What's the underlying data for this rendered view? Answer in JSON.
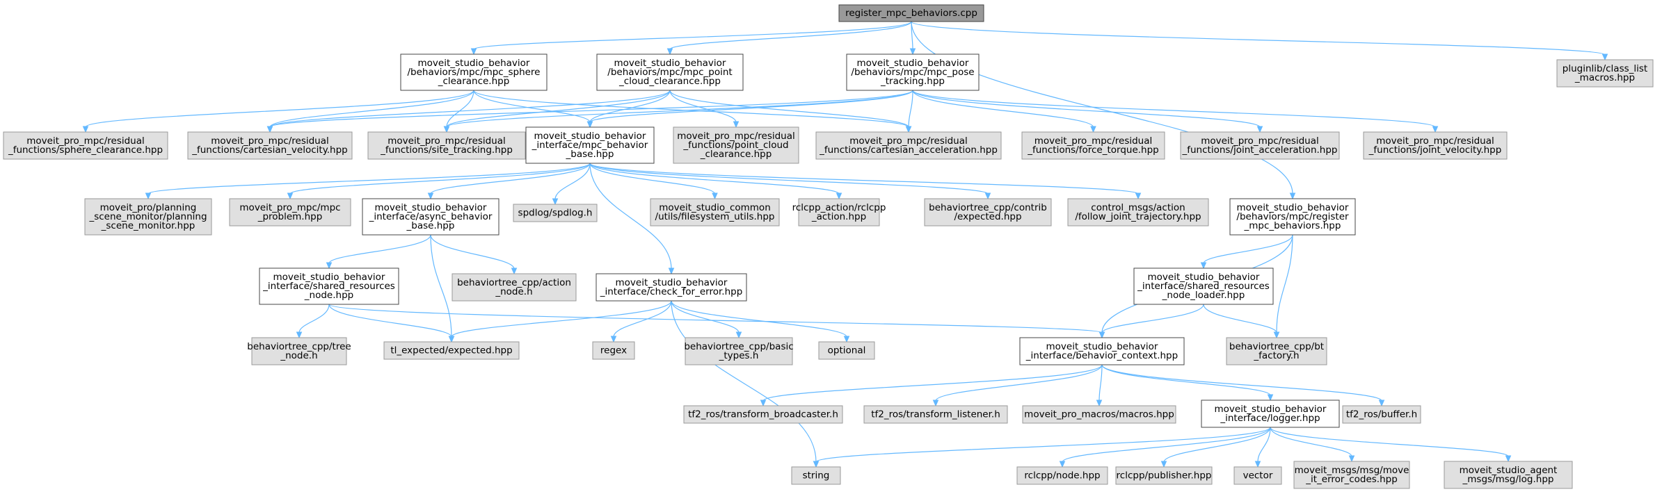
{
  "diagram": {
    "title": "register_mpc_behaviors.cpp include dependency graph",
    "colors": {
      "root_fill": "#999999",
      "local_fill": "#ffffff",
      "external_fill": "#e0e0e0",
      "local_stroke": "#444444",
      "external_stroke": "#999999",
      "edge": "#63b8ff"
    },
    "nodes": [
      {
        "id": "root",
        "kind": "root",
        "lines": [
          "register_mpc_behaviors.cpp"
        ]
      },
      {
        "id": "sphere",
        "kind": "local",
        "lines": [
          "moveit_studio_behavior",
          "/behaviors/mpc/mpc_sphere",
          "_clearance.hpp"
        ]
      },
      {
        "id": "pcc",
        "kind": "local",
        "lines": [
          "moveit_studio_behavior",
          "/behaviors/mpc/mpc_point",
          "_cloud_clearance.hpp"
        ]
      },
      {
        "id": "pose",
        "kind": "local",
        "lines": [
          "moveit_studio_behavior",
          "/behaviors/mpc/mpc_pose",
          "_tracking.hpp"
        ]
      },
      {
        "id": "pluginlib",
        "kind": "external",
        "lines": [
          "pluginlib/class_list",
          "_macros.hpp"
        ]
      },
      {
        "id": "rf_sphere",
        "kind": "external",
        "lines": [
          "moveit_pro_mpc/residual",
          "_functions/sphere_clearance.hpp"
        ]
      },
      {
        "id": "rf_cartvel",
        "kind": "external",
        "lines": [
          "moveit_pro_mpc/residual",
          "_functions/cartesian_velocity.hpp"
        ]
      },
      {
        "id": "rf_site",
        "kind": "external",
        "lines": [
          "moveit_pro_mpc/residual",
          "_functions/site_tracking.hpp"
        ]
      },
      {
        "id": "mpcbase",
        "kind": "local",
        "lines": [
          "moveit_studio_behavior",
          "_interface/mpc_behavior",
          "_base.hpp"
        ]
      },
      {
        "id": "rf_pcc",
        "kind": "external",
        "lines": [
          "moveit_pro_mpc/residual",
          "_functions/point_cloud",
          "_clearance.hpp"
        ]
      },
      {
        "id": "rf_cartacc",
        "kind": "external",
        "lines": [
          "moveit_pro_mpc/residual",
          "_functions/cartesian_acceleration.hpp"
        ]
      },
      {
        "id": "rf_force",
        "kind": "external",
        "lines": [
          "moveit_pro_mpc/residual",
          "_functions/force_torque.hpp"
        ]
      },
      {
        "id": "rf_jacc",
        "kind": "external",
        "lines": [
          "moveit_pro_mpc/residual",
          "_functions/joint_acceleration.hpp"
        ]
      },
      {
        "id": "rf_jvel",
        "kind": "external",
        "lines": [
          "moveit_pro_mpc/residual",
          "_functions/joint_velocity.hpp"
        ]
      },
      {
        "id": "psm",
        "kind": "external",
        "lines": [
          "moveit_pro/planning",
          "_scene_monitor/planning",
          "_scene_monitor.hpp"
        ]
      },
      {
        "id": "mpcproblem",
        "kind": "external",
        "lines": [
          "moveit_pro_mpc/mpc",
          "_problem.hpp"
        ]
      },
      {
        "id": "asyncbase",
        "kind": "local",
        "lines": [
          "moveit_studio_behavior",
          "_interface/async_behavior",
          "_base.hpp"
        ]
      },
      {
        "id": "spdlog",
        "kind": "external",
        "lines": [
          "spdlog/spdlog.h"
        ]
      },
      {
        "id": "fsutils",
        "kind": "external",
        "lines": [
          "moveit_studio_common",
          "/utils/filesystem_utils.hpp"
        ]
      },
      {
        "id": "rclcppaction",
        "kind": "external",
        "lines": [
          "rclcpp_action/rclcpp",
          "_action.hpp"
        ]
      },
      {
        "id": "btexpected",
        "kind": "external",
        "lines": [
          "behaviortree_cpp/contrib",
          "/expected.hpp"
        ]
      },
      {
        "id": "fjt",
        "kind": "external",
        "lines": [
          "control_msgs/action",
          "/follow_joint_trajectory.hpp"
        ]
      },
      {
        "id": "regmpc",
        "kind": "local",
        "lines": [
          "moveit_studio_behavior",
          "/behaviors/mpc/register",
          "_mpc_behaviors.hpp"
        ]
      },
      {
        "id": "srnode",
        "kind": "local",
        "lines": [
          "moveit_studio_behavior",
          "_interface/shared_resources",
          "_node.hpp"
        ]
      },
      {
        "id": "btaction",
        "kind": "external",
        "lines": [
          "behaviortree_cpp/action",
          "_node.h"
        ]
      },
      {
        "id": "checkerr",
        "kind": "local",
        "lines": [
          "moveit_studio_behavior",
          "_interface/check_for_error.hpp"
        ]
      },
      {
        "id": "srloader",
        "kind": "local",
        "lines": [
          "moveit_studio_behavior",
          "_interface/shared_resources",
          "_node_loader.hpp"
        ]
      },
      {
        "id": "bttree",
        "kind": "external",
        "lines": [
          "behaviortree_cpp/tree",
          "_node.h"
        ]
      },
      {
        "id": "tlexp",
        "kind": "external",
        "lines": [
          "tl_expected/expected.hpp"
        ]
      },
      {
        "id": "regex",
        "kind": "external",
        "lines": [
          "regex"
        ]
      },
      {
        "id": "btbasic",
        "kind": "external",
        "lines": [
          "behaviortree_cpp/basic",
          "_types.h"
        ]
      },
      {
        "id": "optional",
        "kind": "external",
        "lines": [
          "optional"
        ]
      },
      {
        "id": "bctx",
        "kind": "local",
        "lines": [
          "moveit_studio_behavior",
          "_interface/behavior_context.hpp"
        ]
      },
      {
        "id": "btfactory",
        "kind": "external",
        "lines": [
          "behaviortree_cpp/bt",
          "_factory.h"
        ]
      },
      {
        "id": "tfbcast",
        "kind": "external",
        "lines": [
          "tf2_ros/transform_broadcaster.h"
        ]
      },
      {
        "id": "tflisten",
        "kind": "external",
        "lines": [
          "tf2_ros/transform_listener.h"
        ]
      },
      {
        "id": "macros",
        "kind": "external",
        "lines": [
          "moveit_pro_macros/macros.hpp"
        ]
      },
      {
        "id": "logger",
        "kind": "local",
        "lines": [
          "moveit_studio_behavior",
          "_interface/logger.hpp"
        ]
      },
      {
        "id": "tfbuffer",
        "kind": "external",
        "lines": [
          "tf2_ros/buffer.h"
        ]
      },
      {
        "id": "string",
        "kind": "external",
        "lines": [
          "string"
        ]
      },
      {
        "id": "rclnode",
        "kind": "external",
        "lines": [
          "rclcpp/node.hpp"
        ]
      },
      {
        "id": "rclpub",
        "kind": "external",
        "lines": [
          "rclcpp/publisher.hpp"
        ]
      },
      {
        "id": "vector",
        "kind": "external",
        "lines": [
          "vector"
        ]
      },
      {
        "id": "moveerr",
        "kind": "external",
        "lines": [
          "moveit_msgs/msg/move",
          "_it_error_codes.hpp"
        ]
      },
      {
        "id": "agentlog",
        "kind": "external",
        "lines": [
          "moveit_studio_agent",
          "_msgs/msg/log.hpp"
        ]
      }
    ],
    "edges": [
      [
        "root",
        "sphere"
      ],
      [
        "root",
        "pcc"
      ],
      [
        "root",
        "pose"
      ],
      [
        "root",
        "pluginlib"
      ],
      [
        "root",
        "regmpc"
      ],
      [
        "sphere",
        "rf_sphere"
      ],
      [
        "sphere",
        "rf_cartvel"
      ],
      [
        "sphere",
        "rf_site"
      ],
      [
        "sphere",
        "mpcbase"
      ],
      [
        "sphere",
        "rf_cartacc"
      ],
      [
        "pcc",
        "rf_cartvel"
      ],
      [
        "pcc",
        "rf_site"
      ],
      [
        "pcc",
        "mpcbase"
      ],
      [
        "pcc",
        "rf_pcc"
      ],
      [
        "pcc",
        "rf_cartacc"
      ],
      [
        "pose",
        "rf_cartvel"
      ],
      [
        "pose",
        "rf_site"
      ],
      [
        "pose",
        "mpcbase"
      ],
      [
        "pose",
        "rf_cartacc"
      ],
      [
        "pose",
        "rf_force"
      ],
      [
        "pose",
        "rf_jacc"
      ],
      [
        "pose",
        "rf_jvel"
      ],
      [
        "mpcbase",
        "psm"
      ],
      [
        "mpcbase",
        "mpcproblem"
      ],
      [
        "mpcbase",
        "asyncbase"
      ],
      [
        "mpcbase",
        "spdlog"
      ],
      [
        "mpcbase",
        "fsutils"
      ],
      [
        "mpcbase",
        "rclcppaction"
      ],
      [
        "mpcbase",
        "btexpected"
      ],
      [
        "mpcbase",
        "fjt"
      ],
      [
        "mpcbase",
        "checkerr"
      ],
      [
        "asyncbase",
        "srnode"
      ],
      [
        "asyncbase",
        "btaction"
      ],
      [
        "asyncbase",
        "tlexp"
      ],
      [
        "srnode",
        "bttree"
      ],
      [
        "srnode",
        "tlexp"
      ],
      [
        "srnode",
        "bctx"
      ],
      [
        "checkerr",
        "tlexp"
      ],
      [
        "checkerr",
        "regex"
      ],
      [
        "checkerr",
        "btbasic"
      ],
      [
        "checkerr",
        "optional"
      ],
      [
        "checkerr",
        "string"
      ],
      [
        "regmpc",
        "srloader"
      ],
      [
        "regmpc",
        "bctx"
      ],
      [
        "regmpc",
        "btfactory"
      ],
      [
        "srloader",
        "bctx"
      ],
      [
        "srloader",
        "btfactory"
      ],
      [
        "bctx",
        "tfbcast"
      ],
      [
        "bctx",
        "tflisten"
      ],
      [
        "bctx",
        "macros"
      ],
      [
        "bctx",
        "logger"
      ],
      [
        "bctx",
        "tfbuffer"
      ],
      [
        "logger",
        "string"
      ],
      [
        "logger",
        "rclnode"
      ],
      [
        "logger",
        "rclpub"
      ],
      [
        "logger",
        "vector"
      ],
      [
        "logger",
        "moveerr"
      ],
      [
        "logger",
        "agentlog"
      ]
    ]
  }
}
